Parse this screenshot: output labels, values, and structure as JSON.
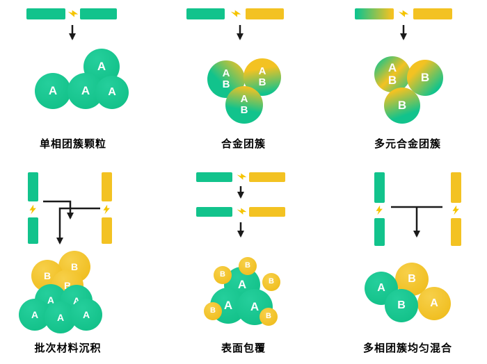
{
  "colors": {
    "material_a_green": "#12C38C",
    "material_b_yellow": "#F3C222",
    "bolt_yellow": "#F5C400",
    "arrow_black": "#1a1a1a",
    "label_white": "#ffffff",
    "title_black": "#000000"
  },
  "icons": {
    "lightning-bolt-icon": "⚡",
    "down-arrow": "↓"
  },
  "panels": [
    {
      "title": "单相团簇颗粒",
      "electrodes": [
        "green",
        "green"
      ],
      "clusters": [
        {
          "color": "green",
          "label": "A"
        },
        {
          "color": "green",
          "label": "A"
        },
        {
          "color": "green",
          "label": "A"
        },
        {
          "color": "green",
          "label": "A"
        }
      ]
    },
    {
      "title": "合金团簇",
      "electrodes": [
        "green",
        "yellow"
      ],
      "clusters": [
        {
          "color": "green-yellow-gradient",
          "labels": [
            "A",
            "B"
          ]
        },
        {
          "color": "green-yellow-gradient",
          "labels": [
            "A",
            "B"
          ]
        },
        {
          "color": "green-yellow-gradient",
          "labels": [
            "A",
            "B"
          ]
        }
      ]
    },
    {
      "title": "多元合金团簇",
      "electrodes": [
        "green-yellow-gradient",
        "yellow"
      ],
      "clusters": [
        {
          "color": "green-yellow-gradient",
          "labels": [
            "A",
            "B"
          ]
        },
        {
          "color": "green-yellow-gradient",
          "labels": [
            "B"
          ]
        },
        {
          "color": "green-yellow-gradient",
          "labels": [
            "B"
          ]
        }
      ]
    },
    {
      "title": "批次材料沉积",
      "electrodes": [
        "green-vertical-pair",
        "yellow-vertical-pair"
      ],
      "clusters": [
        {
          "color": "yellow",
          "label": "B"
        },
        {
          "color": "yellow",
          "label": "B"
        },
        {
          "color": "yellow",
          "label": "B"
        },
        {
          "color": "green",
          "label": "A"
        },
        {
          "color": "green",
          "label": "A"
        },
        {
          "color": "green",
          "label": "A"
        },
        {
          "color": "green",
          "label": "A"
        },
        {
          "color": "green",
          "label": "A"
        }
      ]
    },
    {
      "title": "表面包覆",
      "electrodes": [
        "green+yellow pair 1",
        "green+yellow pair 2"
      ],
      "clusters": [
        {
          "color": "green",
          "label": "A",
          "size": "large"
        },
        {
          "color": "green",
          "label": "A",
          "size": "large"
        },
        {
          "color": "green",
          "label": "A",
          "size": "large"
        },
        {
          "color": "yellow",
          "label": "B",
          "size": "small"
        },
        {
          "color": "yellow",
          "label": "B",
          "size": "small"
        },
        {
          "color": "yellow",
          "label": "B",
          "size": "small"
        },
        {
          "color": "yellow",
          "label": "B",
          "size": "small"
        },
        {
          "color": "yellow",
          "label": "B",
          "size": "small"
        }
      ]
    },
    {
      "title": "多相团簇均匀混合",
      "electrodes": [
        "green-vertical-pair",
        "yellow-vertical-pair"
      ],
      "clusters": [
        {
          "color": "green",
          "label": "A"
        },
        {
          "color": "yellow",
          "label": "B"
        },
        {
          "color": "green",
          "label": "B"
        },
        {
          "color": "yellow",
          "label": "A"
        }
      ]
    }
  ]
}
